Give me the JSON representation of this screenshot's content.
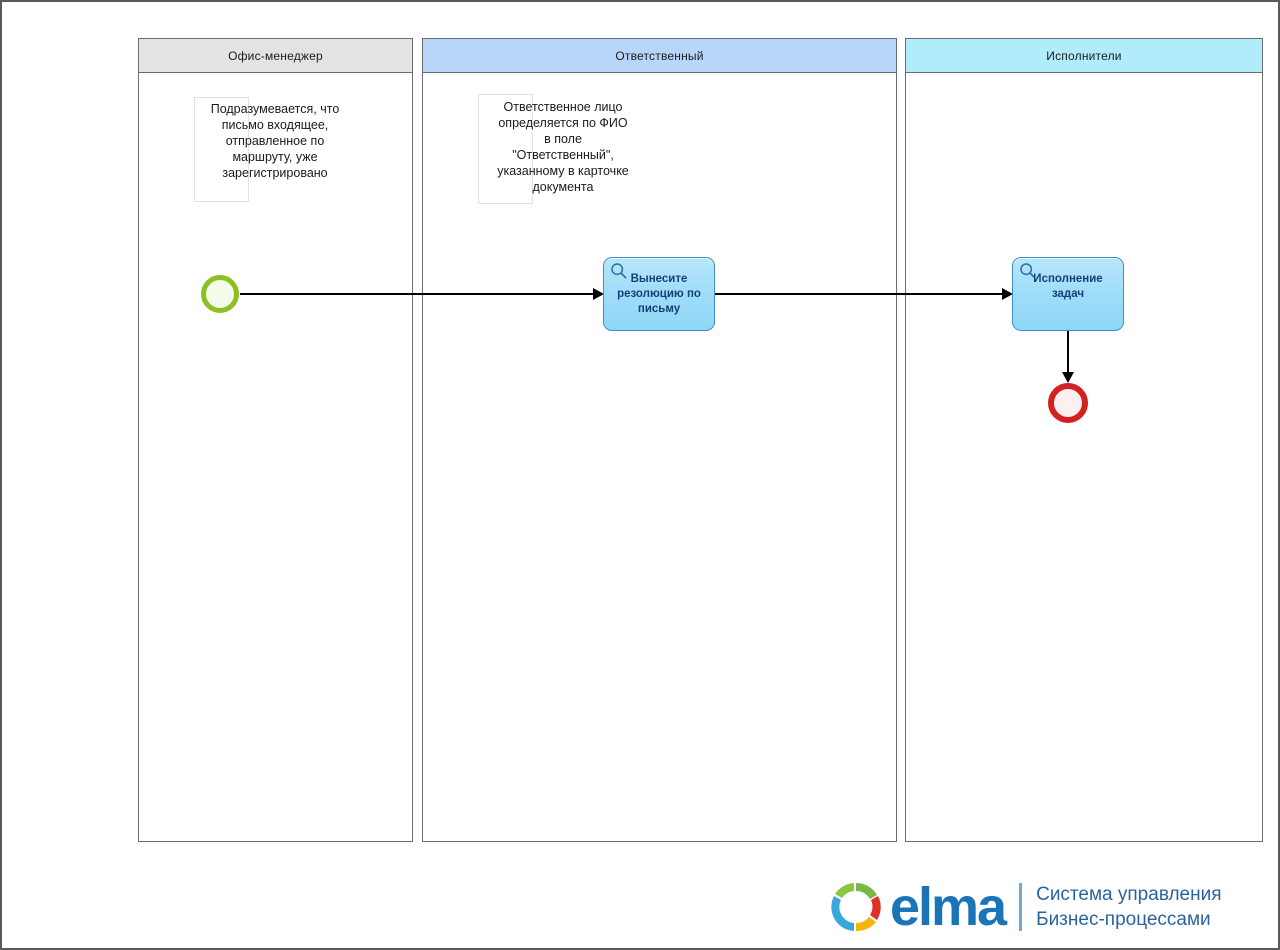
{
  "diagram": {
    "type": "bpmn-swimlane",
    "lanes": [
      {
        "id": "lane-office-manager",
        "title": "Офис-менеджер",
        "header_color": "#e3e3e3",
        "border_color": "#6d6d6d"
      },
      {
        "id": "lane-responsible",
        "title": "Ответственный",
        "header_color": "#b8d6fa",
        "border_color": "#6d6d6d"
      },
      {
        "id": "lane-performers",
        "title": "Исполнители",
        "header_color": "#b0ecfb",
        "border_color": "#6d6d6d"
      }
    ],
    "annotations": [
      {
        "id": "annotation-registration-note",
        "lane": "lane-office-manager",
        "text": "Подразумевается, что\nписьмо входящее,\nотправленное по\nмаршруту, уже\nзарегистрировано"
      },
      {
        "id": "annotation-responsible-note",
        "lane": "lane-responsible",
        "text": "Ответственное лицо\nопределяется по ФИО\nв поле\n\"Ответственный\",\nуказанному в карточке\nдокумента"
      }
    ],
    "events": [
      {
        "id": "event-start",
        "kind": "start",
        "lane": "lane-office-manager",
        "color": "#8cc020",
        "icon": "start-event-circle"
      },
      {
        "id": "event-end",
        "kind": "end",
        "lane": "lane-performers",
        "color": "#d32020",
        "icon": "end-event-circle"
      }
    ],
    "tasks": [
      {
        "id": "task-resolution",
        "lane": "lane-responsible",
        "label": "Вынесите\nрезолюцию по\nписьму",
        "icon": "magnifier-icon",
        "fill_color": "#9cdcf8",
        "border_color": "#3d8fc4",
        "text_color": "#14407a"
      },
      {
        "id": "task-execution",
        "lane": "lane-performers",
        "label": "Исполнение\nзадач",
        "icon": "magnifier-icon",
        "fill_color": "#9cdcf8",
        "border_color": "#3d8fc4",
        "text_color": "#14407a"
      }
    ],
    "flows": [
      {
        "id": "flow-start-to-resolution",
        "from": "event-start",
        "to": "task-resolution",
        "direction": "right"
      },
      {
        "id": "flow-resolution-to-execution",
        "from": "task-resolution",
        "to": "task-execution",
        "direction": "right"
      },
      {
        "id": "flow-execution-to-end",
        "from": "task-execution",
        "to": "event-end",
        "direction": "down"
      }
    ]
  },
  "logo": {
    "wordmark": "elma",
    "tagline": "Система управления\nБизнес-процессами",
    "mark_icon": "circular-arrows-icon",
    "word_color": "#1a74b8",
    "tagline_color": "#2a64a0"
  }
}
